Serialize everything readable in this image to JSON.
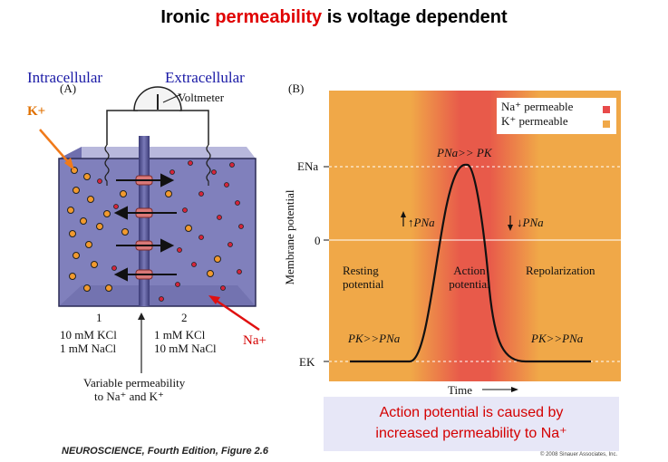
{
  "title": {
    "pre": "Ironic ",
    "highlight": "permeability",
    "post": " is voltage dependent"
  },
  "labels": {
    "intracellular": "Intracellular",
    "extracellular": "Extracellular",
    "k_plus": "K+",
    "na_plus": "Na+"
  },
  "panel_a": {
    "tag": "(A)",
    "voltmeter": "Voltmeter",
    "compartment_1": "1",
    "compartment_2": "2",
    "solution_1_line1": "10 mM KCl",
    "solution_1_line2": "1 mM NaCl",
    "solution_2_line1": "1 mM KCl",
    "solution_2_line2": "10 mM NaCl",
    "membrane_line1": "Variable permeability",
    "membrane_line2": "to Na⁺ and K⁺"
  },
  "panel_b": {
    "tag": "(B)",
    "legend_na": "Na⁺ permeable",
    "legend_k": "K⁺ permeable",
    "y_axis_label": "Membrane potential",
    "x_axis_label": "Time",
    "tick_ena": "ENa",
    "tick_zero": "0",
    "tick_ek": "EK",
    "peak_label": "PNa>> PK",
    "rise_label": "↑PNa",
    "fall_label": "↓PNa",
    "resting_label": "Resting potential",
    "action_label": "Action potential",
    "repol_label": "Repolarization",
    "pk_left": "PK>>PNa",
    "pk_right": "PK>>PNa"
  },
  "caption": {
    "line1": "Action potential is caused by",
    "line2": "increased permeability to Na⁺"
  },
  "footer": "NEUROSCIENCE, Fourth Edition, Figure 2.6",
  "copyright": "© 2008 Sinauer Associates, Inc.",
  "colors": {
    "na_permeable": "#e84a4a",
    "k_permeable": "#f0a848",
    "beaker": "#7f7fb8",
    "title_highlight": "#e00000"
  }
}
